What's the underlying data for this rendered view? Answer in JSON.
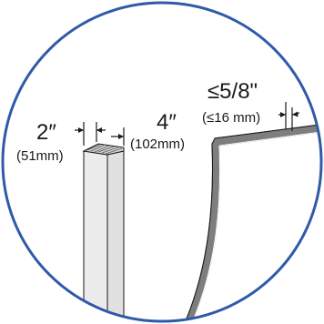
{
  "labels": {
    "width_in": "2″",
    "width_mm": "(51mm)",
    "thickness_in": "4″",
    "thickness_mm": "(102mm)",
    "edge_in": "≤5/8\"",
    "edge_mm": "(≤16 mm)"
  },
  "colors": {
    "circle_border": "#2f5aa8",
    "background": "#ffffff",
    "outline": "#1a1a1a",
    "post_fill": "#ebebeb",
    "panel_edge": "#7a7a7a"
  }
}
